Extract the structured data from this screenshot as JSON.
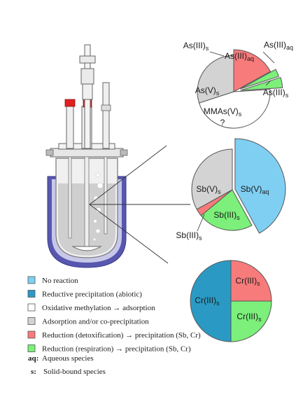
{
  "colors": {
    "no_reaction": "#7fcff3",
    "reductive_precipitation": "#2a9ac4",
    "oxidative_methylation": "#ffffff",
    "adsorption": "#d3d3d3",
    "reduction_detox": "#f77b7b",
    "reduction_respiration": "#7cf07a",
    "jacket": "#5757b0",
    "jacket_inner": "#c7c8e8",
    "cap": "#e02020"
  },
  "chart_data": [
    {
      "type": "pie",
      "title": "",
      "slices": [
        {
          "segments": [
            "As(III)",
            "aq"
          ],
          "value": 17,
          "category": "reduction_detox"
        },
        {
          "segments": [
            "As(III)",
            "aq"
          ],
          "value": 3,
          "category": "reduction_respiration"
        },
        {
          "segments": [
            "As(III)",
            "s"
          ],
          "value": 4,
          "category": "reduction_respiration"
        },
        {
          "segments": [
            "MMAs(V)",
            "s",
            "?"
          ],
          "value": 46,
          "category": "oxidative_methylation"
        },
        {
          "segments": [
            "As(V)",
            "s"
          ],
          "value": 30,
          "category": "adsorption"
        }
      ]
    },
    {
      "type": "pie",
      "title": "",
      "slices": [
        {
          "segments": [
            "Sb(V)",
            "aq"
          ],
          "value": 42,
          "category": "no_reaction"
        },
        {
          "segments": [
            "Sb(III)",
            "s"
          ],
          "value": 22,
          "category": "reduction_respiration"
        },
        {
          "segments": [
            "Sb(III)",
            "s"
          ],
          "value": 3,
          "category": "reduction_detox"
        },
        {
          "segments": [
            "Sb(V)",
            "s"
          ],
          "value": 33,
          "category": "adsorption"
        }
      ]
    },
    {
      "type": "pie",
      "title": "",
      "slices": [
        {
          "segments": [
            "Cr(III)",
            "s"
          ],
          "value": 25,
          "category": "reduction_detox"
        },
        {
          "segments": [
            "Cr(III)",
            "s"
          ],
          "value": 25,
          "category": "reduction_respiration"
        },
        {
          "segments": [
            "Cr(III)",
            "s"
          ],
          "value": 50,
          "category": "reductive_precipitation"
        }
      ]
    }
  ],
  "legend": [
    {
      "category": "no_reaction",
      "label": "No reaction"
    },
    {
      "category": "reductive_precipitation",
      "label": "Reductive precipitation (abiotic)"
    },
    {
      "category": "oxidative_methylation",
      "label": "Oxidative methylation → adsorption"
    },
    {
      "category": "adsorption",
      "label": "Adsorption and/or co-precipitation"
    },
    {
      "category": "reduction_detox",
      "label": "Reduction (detoxification) → precipitation (Sb, Cr)"
    },
    {
      "category": "reduction_respiration",
      "label": "Reduction (respiration) → precipitation (Sb, Cr)"
    }
  ],
  "abbreviations": [
    {
      "key": "aq",
      "sep": ":",
      "text": "Aqueous species"
    },
    {
      "key": "s",
      "sep": ":",
      "text": "Solid-bound species"
    }
  ]
}
